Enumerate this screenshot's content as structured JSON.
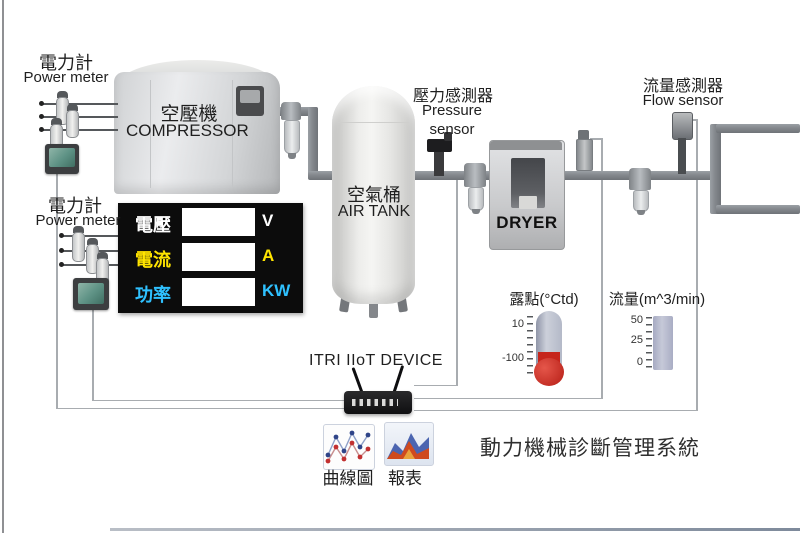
{
  "colors": {
    "pipe": "#84888d",
    "panel_bg": "#0c0c0c",
    "voltage_row": "#ffffff",
    "current_row": "#ffe400",
    "power_row": "#2fc1ff",
    "meter_screen": "#5d9184",
    "thermometer_red": "#c6251c",
    "flow_bar": "#b4b8cd",
    "data_line": "#a8acb0"
  },
  "labels": {
    "power_meter_top": {
      "zh": "電力計",
      "en": "Power meter"
    },
    "power_meter_bottom": {
      "zh": "電力計",
      "en": "Power meter"
    },
    "compressor_zh": "空壓機",
    "compressor_en": "COMPRESSOR",
    "air_tank_zh": "空氣桶",
    "air_tank_en": "AIR TANK",
    "pressure_sensor_zh": "壓力感測器",
    "pressure_sensor_en_line1": "Pressure",
    "pressure_sensor_en_line2": "sensor",
    "flow_sensor_zh": "流量感測器",
    "flow_sensor_en": "Flow sensor",
    "dryer": "DRYER",
    "iiot_device": "ITRI IIoT DEVICE",
    "curve_chart": "曲線圖",
    "report": "報表",
    "system_title": "動力機械診斷管理系統"
  },
  "display_panel": {
    "rows": [
      {
        "label": "電壓",
        "value": "",
        "unit": "V"
      },
      {
        "label": "電流",
        "value": "",
        "unit": "A"
      },
      {
        "label": "功率",
        "value": "",
        "unit": "KW"
      }
    ]
  },
  "gauges": {
    "dew_point": {
      "title": "露點(°Ctd)",
      "tick_top": "10",
      "tick_bottom": "-100"
    },
    "flow": {
      "title": "流量(m^3/min)",
      "tick_top": "50",
      "tick_mid": "25",
      "tick_bottom": "0"
    }
  }
}
